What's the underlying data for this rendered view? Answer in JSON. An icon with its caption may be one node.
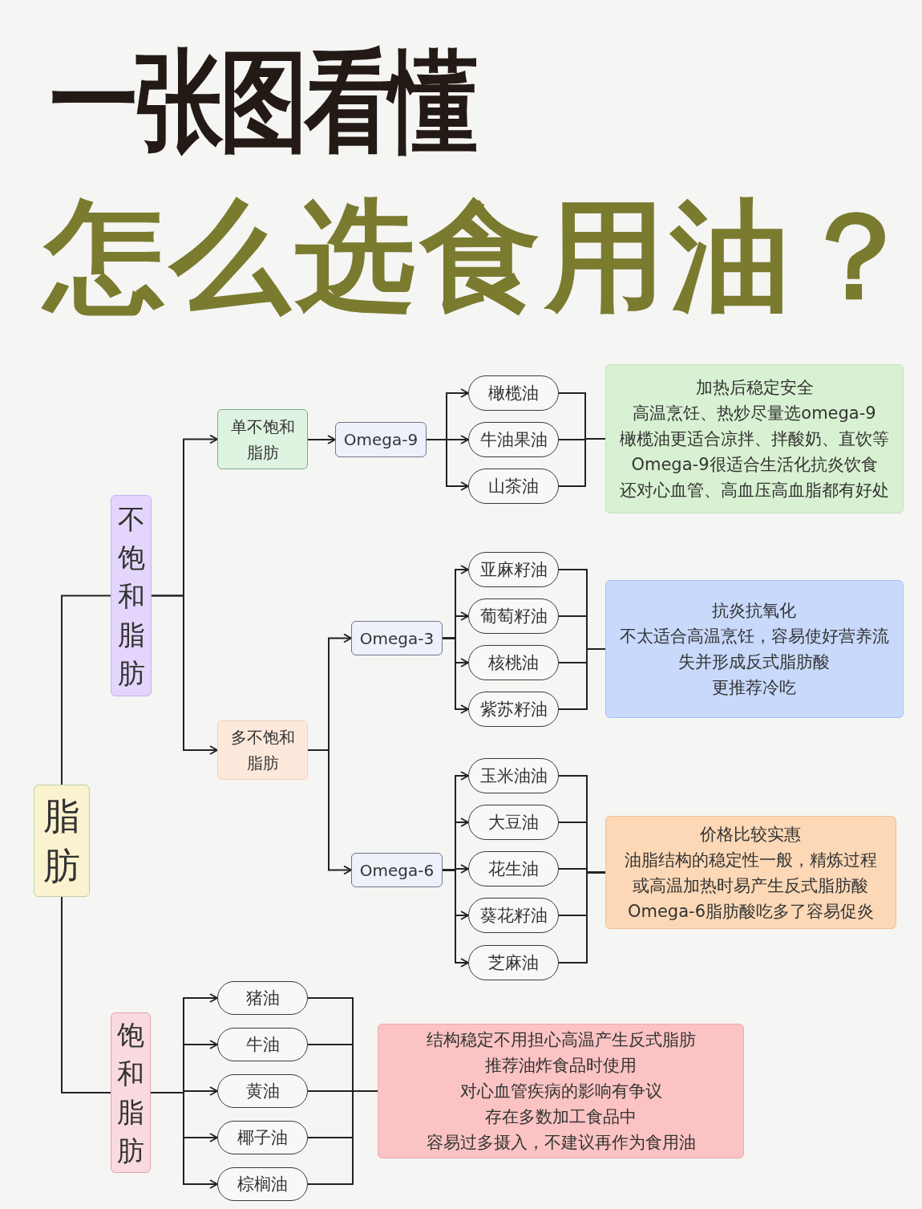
{
  "diagram": {
    "title": "怎么选食用油？",
    "labels": [
      "一张图看懂"
    ],
    "nodes": [
      {
        "text": [
          "脂肪"
        ]
      },
      {
        "text": [
          "不饱和脂肪"
        ]
      },
      {
        "text": [
          "单不饱和脂肪"
        ]
      },
      {
        "text": [
          "Omega-9"
        ]
      },
      {
        "text": [
          "橄榄油"
        ]
      },
      {
        "text": [
          "牛油果油"
        ]
      },
      {
        "text": [
          "山茶油"
        ]
      },
      {
        "text": [
          "加热后稳定安全",
          "高温烹饪、热炒尽量选omega-9",
          "橄榄油更适合凉拌、拌酸奶、直饮等",
          "Omega-9很适合生活化抗炎饮食",
          "还对心血管、高血压高血脂都有好处"
        ]
      },
      {
        "text": [
          "多不饱和脂肪"
        ]
      },
      {
        "text": [
          "Omega-3"
        ]
      },
      {
        "text": [
          "亚麻籽油"
        ]
      },
      {
        "text": [
          "葡萄籽油"
        ]
      },
      {
        "text": [
          "核桃油"
        ]
      },
      {
        "text": [
          "紫苏籽油"
        ]
      },
      {
        "text": [
          "抗炎抗氧化",
          "不太适合高温烹饪，容易使好营养流失并形成反式脂肪酸",
          "更推荐冷吃"
        ]
      },
      {
        "text": [
          "Omega-6"
        ]
      },
      {
        "text": [
          "玉米油油"
        ]
      },
      {
        "text": [
          "大豆油"
        ]
      },
      {
        "text": [
          "花生油"
        ]
      },
      {
        "text": [
          "葵花籽油"
        ]
      },
      {
        "text": [
          "芝麻油"
        ]
      },
      {
        "text": [
          "价格比较实惠",
          "油脂结构的稳定性一般，精炼过程或高温加热时易产生反式脂肪酸",
          "Omega-6脂肪酸吃多了容易促炎"
        ]
      },
      {
        "text": [
          "饱和脂肪"
        ]
      },
      {
        "text": [
          "猪油"
        ]
      },
      {
        "text": [
          "牛油"
        ]
      },
      {
        "text": [
          "黄油"
        ]
      },
      {
        "text": [
          "椰子油"
        ]
      },
      {
        "text": [
          "棕榈油"
        ]
      },
      {
        "text": [
          "结构稳定不用担心高温产生反式脂肪",
          "推荐油炸食品时使用",
          "对心血管疾病的影响有争议",
          "存在多数加工食品中",
          "容易过多摄入，不建议再作为食用油"
        ]
      }
    ],
    "edges": [
      {
        "from": 0,
        "to": 1,
        "arrow": "none"
      },
      {
        "from": 0,
        "to": 22,
        "arrow": "none"
      },
      {
        "from": 1,
        "to": 2,
        "arrow": "to"
      },
      {
        "from": 1,
        "to": 8,
        "arrow": "to"
      },
      {
        "from": 2,
        "to": 3,
        "arrow": "to"
      },
      {
        "from": 3,
        "to": 4,
        "arrow": "to"
      },
      {
        "from": 3,
        "to": 5,
        "arrow": "to"
      },
      {
        "from": 3,
        "to": 6,
        "arrow": "to"
      },
      {
        "from": 4,
        "to": 7,
        "arrow": "none"
      },
      {
        "from": 5,
        "to": 7,
        "arrow": "none"
      },
      {
        "from": 6,
        "to": 7,
        "arrow": "none"
      },
      {
        "from": 8,
        "to": 9,
        "arrow": "to"
      },
      {
        "from": 8,
        "to": 15,
        "arrow": "to"
      },
      {
        "from": 9,
        "to": 10,
        "arrow": "to"
      },
      {
        "from": 9,
        "to": 11,
        "arrow": "to"
      },
      {
        "from": 9,
        "to": 12,
        "arrow": "to"
      },
      {
        "from": 9,
        "to": 13,
        "arrow": "to"
      },
      {
        "from": 10,
        "to": 14,
        "arrow": "none"
      },
      {
        "from": 11,
        "to": 14,
        "arrow": "none"
      },
      {
        "from": 12,
        "to": 14,
        "arrow": "none"
      },
      {
        "from": 13,
        "to": 14,
        "arrow": "none"
      },
      {
        "from": 15,
        "to": 16,
        "arrow": "to"
      },
      {
        "from": 15,
        "to": 17,
        "arrow": "to"
      },
      {
        "from": 15,
        "to": 18,
        "arrow": "to"
      },
      {
        "from": 15,
        "to": 19,
        "arrow": "to"
      },
      {
        "from": 15,
        "to": 20,
        "arrow": "to"
      },
      {
        "from": 16,
        "to": 21,
        "arrow": "none"
      },
      {
        "from": 17,
        "to": 21,
        "arrow": "none"
      },
      {
        "from": 18,
        "to": 21,
        "arrow": "none"
      },
      {
        "from": 19,
        "to": 21,
        "arrow": "none"
      },
      {
        "from": 20,
        "to": 21,
        "arrow": "none"
      },
      {
        "from": 22,
        "to": 23,
        "arrow": "to"
      },
      {
        "from": 22,
        "to": 24,
        "arrow": "to"
      },
      {
        "from": 22,
        "to": 25,
        "arrow": "to"
      },
      {
        "from": 22,
        "to": 26,
        "arrow": "to"
      },
      {
        "from": 22,
        "to": 27,
        "arrow": "to"
      },
      {
        "from": 23,
        "to": 28,
        "arrow": "none"
      },
      {
        "from": 24,
        "to": 28,
        "arrow": "none"
      },
      {
        "from": 25,
        "to": 28,
        "arrow": "none"
      },
      {
        "from": 26,
        "to": 28,
        "arrow": "none"
      },
      {
        "from": 27,
        "to": 28,
        "arrow": "none"
      }
    ]
  }
}
